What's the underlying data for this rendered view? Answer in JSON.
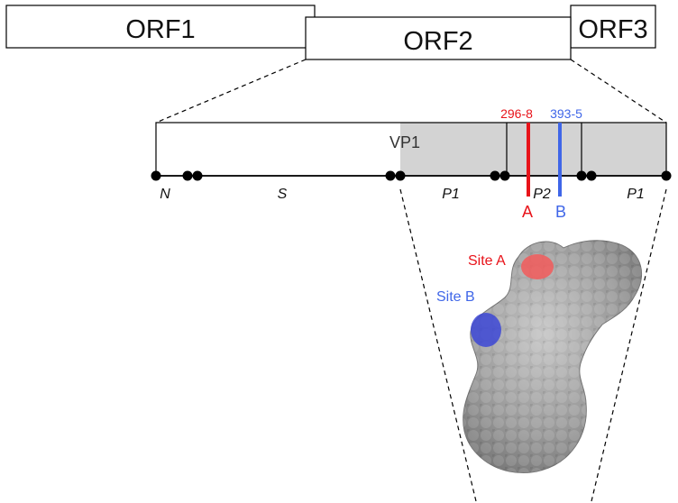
{
  "orfs": [
    {
      "label": "ORF1"
    },
    {
      "label": "ORF2"
    },
    {
      "label": "ORF3"
    }
  ],
  "vp1": {
    "label": "VP1"
  },
  "domains": [
    {
      "label": "N"
    },
    {
      "label": "S"
    },
    {
      "label": "P1"
    },
    {
      "label": "P2"
    },
    {
      "label": "P1"
    }
  ],
  "sites": [
    {
      "position_label": "296-8",
      "letter": "A",
      "name": "Site A",
      "color": "#e8131a"
    },
    {
      "position_label": "393-5",
      "letter": "B",
      "name": "Site B",
      "color": "#3f66e8"
    }
  ],
  "colors": {
    "protruding_region": "#d3d3d3",
    "protein_surface": "#8c8c8c"
  }
}
